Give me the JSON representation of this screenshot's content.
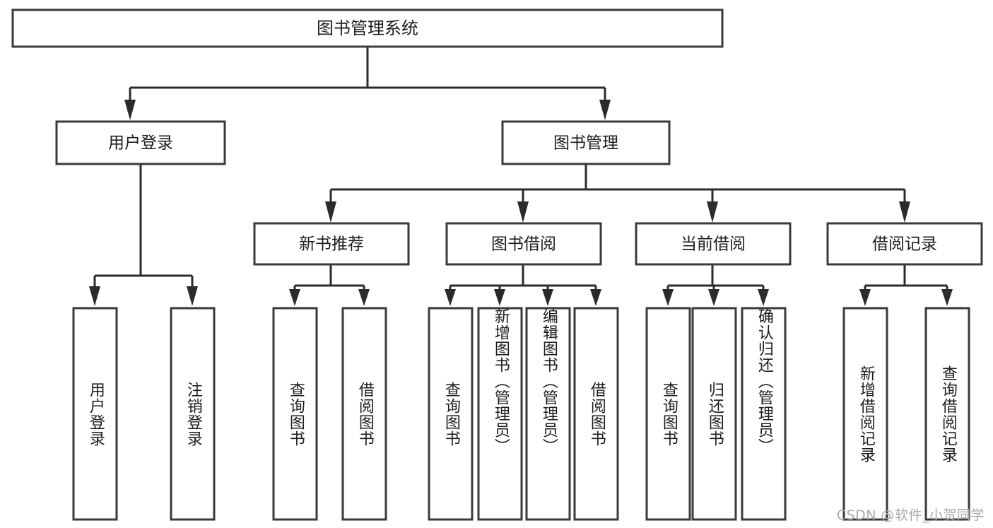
{
  "diagram": {
    "type": "tree-hierarchy-diagram",
    "title": "图书管理系统",
    "orientation": "top-down",
    "background_color": "#ffffff",
    "box_fill": "#ffffff",
    "box_stroke": "#3a3a3a",
    "edge_color": "#2b2b2b",
    "text_color": "#1c1c1c"
  },
  "root": {
    "label": "图书管理系统"
  },
  "level1": [
    {
      "id": "user-login",
      "label": "用户登录"
    },
    {
      "id": "book-management",
      "label": "图书管理"
    }
  ],
  "level2": [
    {
      "id": "new-book-recommend",
      "label": "新书推荐",
      "parent": "book-management"
    },
    {
      "id": "book-borrow",
      "label": "图书借阅",
      "parent": "book-management"
    },
    {
      "id": "current-borrow",
      "label": "当前借阅",
      "parent": "book-management"
    },
    {
      "id": "borrow-record",
      "label": "借阅记录",
      "parent": "book-management"
    }
  ],
  "leaves": [
    {
      "id": "leaf-user-login",
      "label": "用户登录",
      "parent": "user-login"
    },
    {
      "id": "leaf-logout-login",
      "label": "注销登录",
      "parent": "user-login"
    },
    {
      "id": "leaf-query-book-1",
      "label": "查询图书",
      "parent": "new-book-recommend"
    },
    {
      "id": "leaf-borrow-book-1",
      "label": "借阅图书",
      "parent": "new-book-recommend"
    },
    {
      "id": "leaf-query-book-2",
      "label": "查询图书",
      "parent": "book-borrow"
    },
    {
      "id": "leaf-add-book",
      "label": "新增图书（管理员）",
      "parent": "book-borrow"
    },
    {
      "id": "leaf-edit-book",
      "label": "编辑图书（管理员）",
      "parent": "book-borrow"
    },
    {
      "id": "leaf-borrow-book-2",
      "label": "借阅图书",
      "parent": "book-borrow"
    },
    {
      "id": "leaf-query-book-3",
      "label": "查询图书",
      "parent": "current-borrow"
    },
    {
      "id": "leaf-return-book",
      "label": "归还图书",
      "parent": "current-borrow"
    },
    {
      "id": "leaf-confirm-return",
      "label": "确认归还（管理员）",
      "parent": "current-borrow"
    },
    {
      "id": "leaf-add-record",
      "label": "新增借阅记录",
      "parent": "borrow-record"
    },
    {
      "id": "leaf-query-record",
      "label": "查询借阅记录",
      "parent": "borrow-record"
    }
  ],
  "watermark": {
    "text": "CSDN @软件_小贺同学"
  }
}
